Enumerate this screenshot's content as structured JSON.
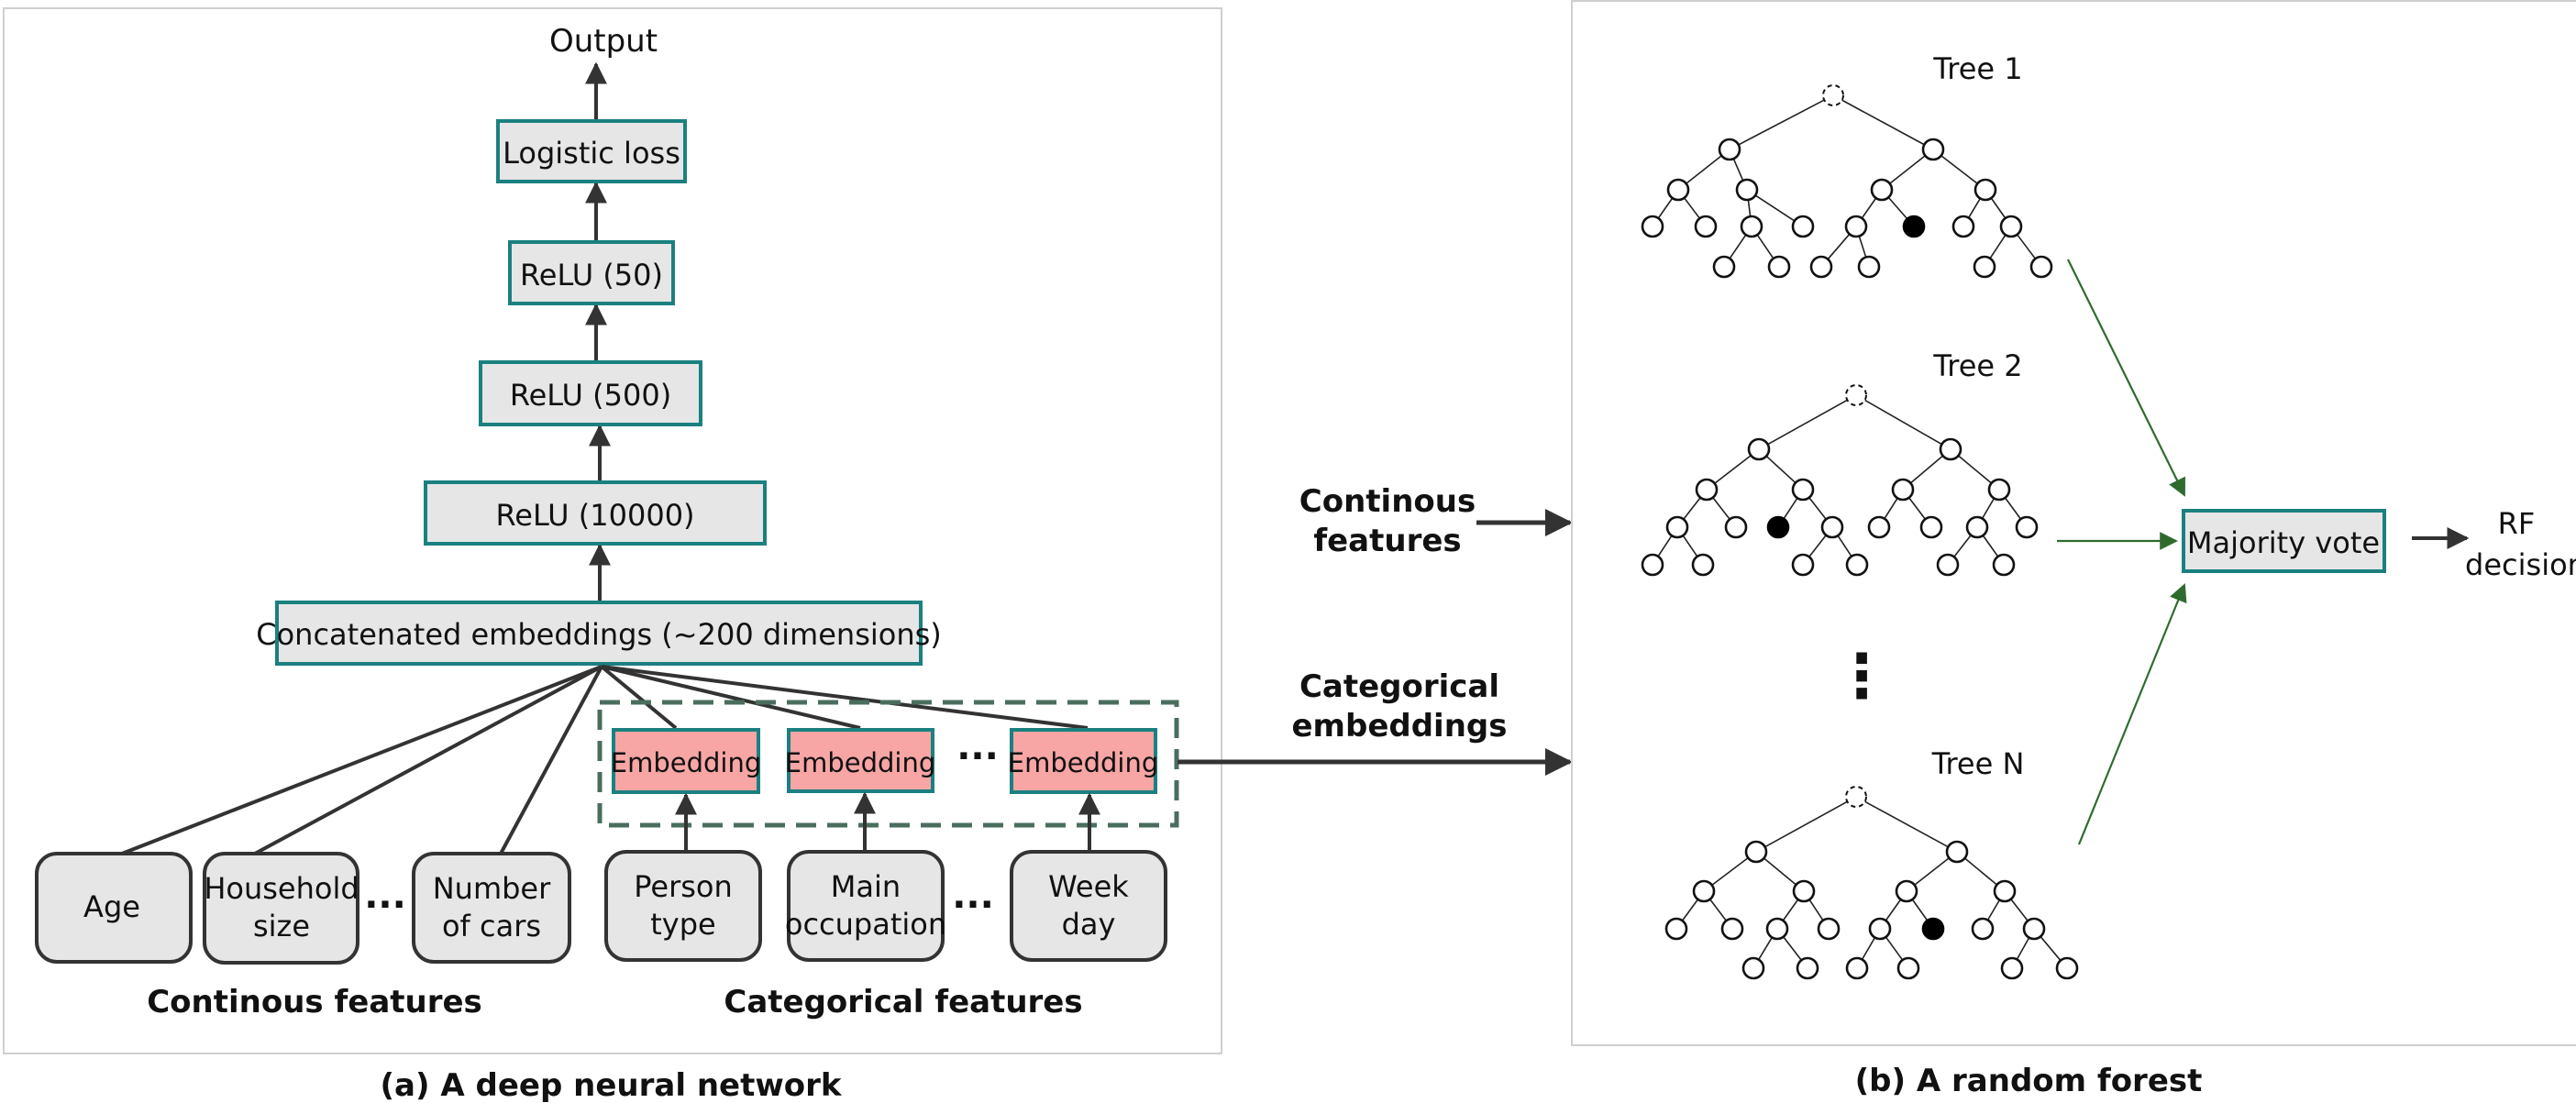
{
  "panel_a": {
    "caption": "(a) A deep neural network",
    "output_label": "Output",
    "layers": {
      "logistic": "Logistic loss",
      "relu50": "ReLU (50)",
      "relu500": "ReLU (500)",
      "relu10000": "ReLU (10000)",
      "concat": "Concatenated embeddings (~200 dimensions)"
    },
    "embedding_label": "Embedding",
    "ellipsis": "···",
    "continuous_inputs": [
      [
        "Age"
      ],
      [
        "Household",
        "size"
      ],
      [
        "Number",
        "of cars"
      ]
    ],
    "categorical_inputs": [
      [
        "Person",
        "type"
      ],
      [
        "Main",
        "occupation"
      ],
      [
        "Week",
        "day"
      ]
    ],
    "continuous_group_label": "Continous features",
    "categorical_group_label": "Categorical features"
  },
  "middle": {
    "continuous": [
      "Continous",
      "features"
    ],
    "categorical": [
      "Categorical",
      "embeddings"
    ]
  },
  "panel_b": {
    "caption": "(b) A random forest",
    "tree_titles": [
      "Tree 1",
      "Tree 2",
      "Tree N"
    ],
    "vertical_ellipsis": "⋮",
    "majority_vote": "Majority vote",
    "decision": [
      "RF",
      "decision"
    ]
  },
  "colors": {
    "box_border": "#1b8080",
    "box_fill": "#e6e6e6",
    "embedding_fill": "#f8a5a5",
    "dashed_group": "#4a6e5e",
    "vote_arrow": "#2f6b2f"
  }
}
